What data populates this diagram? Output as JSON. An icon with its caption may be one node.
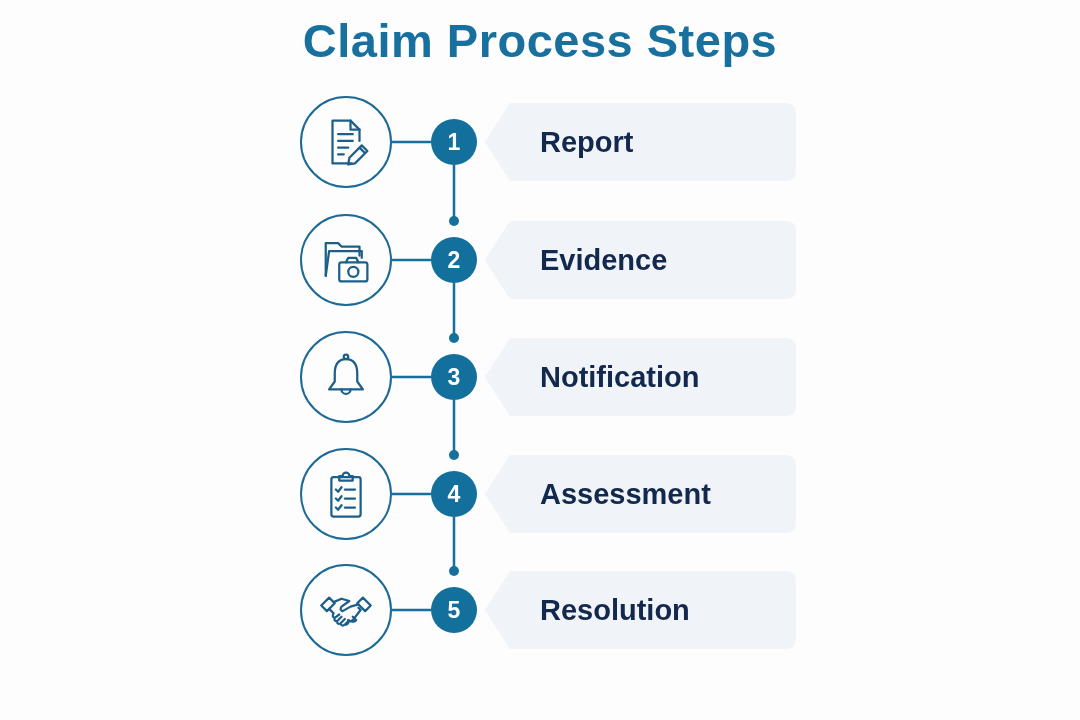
{
  "diagram": {
    "title": "Claim Process Steps",
    "nodes": [
      {
        "text": [],
        "shape": "circle"
      },
      {
        "text": [
          "1"
        ]
      },
      {
        "text": [
          "Report"
        ]
      },
      {
        "text": [],
        "shape": "circle"
      },
      {
        "text": [
          "2"
        ]
      },
      {
        "text": [
          "Evidence"
        ]
      },
      {
        "text": [],
        "shape": "circle"
      },
      {
        "text": [
          "3"
        ]
      },
      {
        "text": [
          "Notification"
        ]
      },
      {
        "text": [],
        "shape": "circle"
      },
      {
        "text": [
          "4"
        ]
      },
      {
        "text": [
          "Assessment"
        ]
      },
      {
        "text": [],
        "shape": "circle"
      },
      {
        "text": [
          "5"
        ]
      },
      {
        "text": [
          "Resolution"
        ]
      }
    ],
    "edges": [
      {
        "from": 0,
        "to": 1,
        "arrow": "none"
      },
      {
        "from": 1,
        "to": 4,
        "arrow": "other"
      },
      {
        "from": 3,
        "to": 4,
        "arrow": "none"
      },
      {
        "from": 4,
        "to": 7,
        "arrow": "other"
      },
      {
        "from": 6,
        "to": 7,
        "arrow": "none"
      },
      {
        "from": 7,
        "to": 10,
        "arrow": "other"
      },
      {
        "from": 9,
        "to": 10,
        "arrow": "none"
      },
      {
        "from": 10,
        "to": 13,
        "arrow": "other"
      },
      {
        "from": 12,
        "to": 13,
        "arrow": "none"
      }
    ]
  }
}
